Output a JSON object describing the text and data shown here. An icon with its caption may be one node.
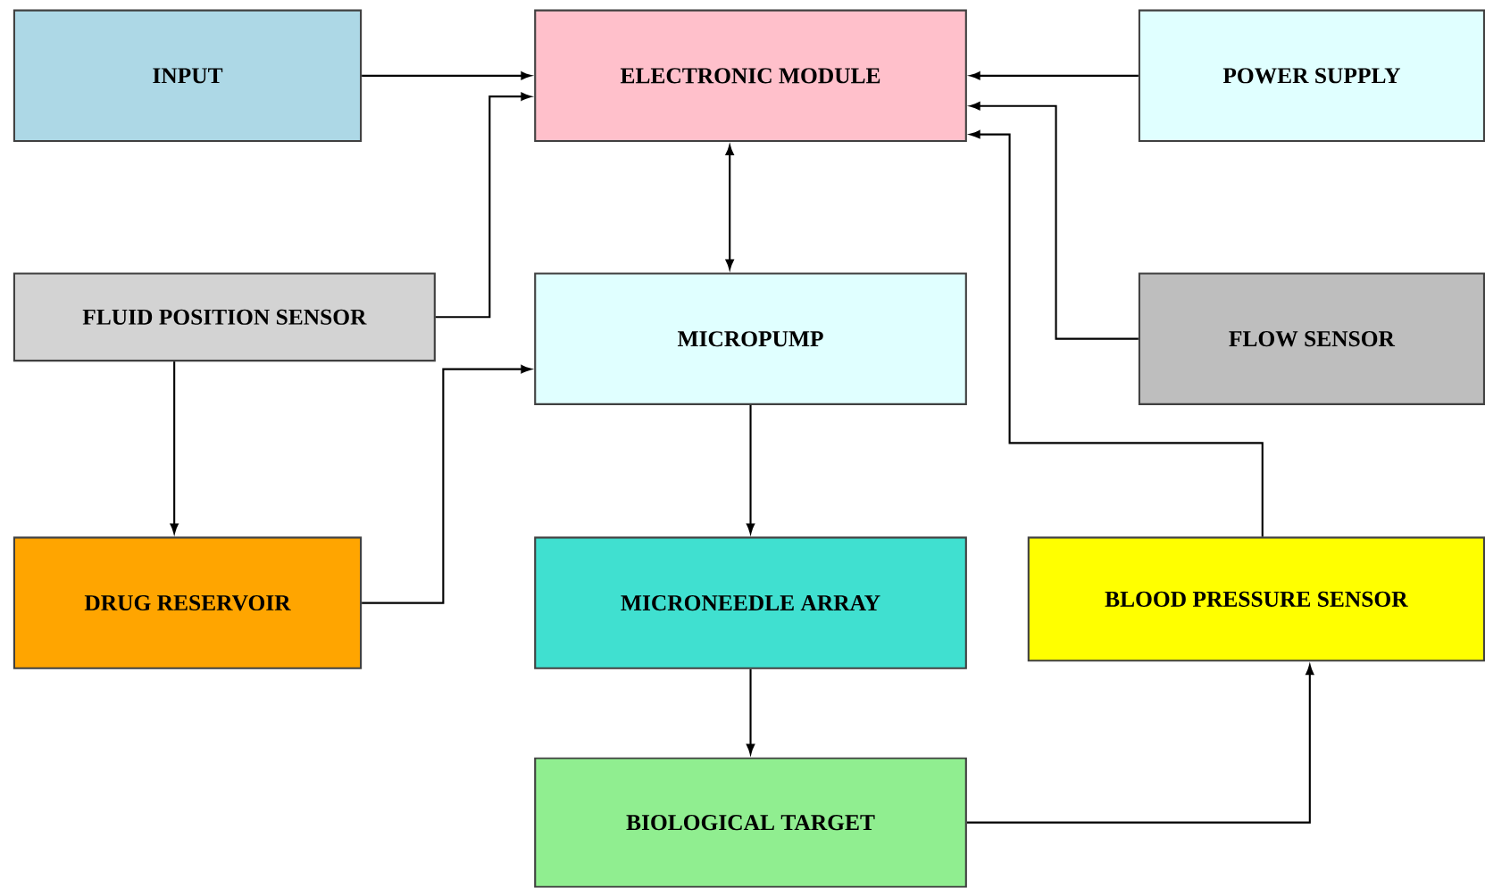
{
  "diagram": {
    "nodes": [
      {
        "text": [
          "INPUT"
        ]
      },
      {
        "text": [
          "ELECTRONIC MODULE"
        ]
      },
      {
        "text": [
          "POWER SUPPLY"
        ]
      },
      {
        "text": [
          "FLUID POSITION SENSOR"
        ]
      },
      {
        "text": [
          "MICROPUMP"
        ]
      },
      {
        "text": [
          "FLOW SENSOR"
        ]
      },
      {
        "text": [
          "DRUG RESERVOIR"
        ]
      },
      {
        "text": [
          "MICRONEEDLE ARRAY"
        ]
      },
      {
        "text": [
          "BLOOD PRESSURE SENSOR"
        ]
      },
      {
        "text": [
          "BIOLOGICAL TARGET"
        ]
      }
    ],
    "edges": [
      {
        "from": 0,
        "to": 1,
        "arrow": "to"
      },
      {
        "from": 3,
        "to": 1,
        "arrow": "to"
      },
      {
        "from": 2,
        "to": 1,
        "arrow": "to"
      },
      {
        "from": 5,
        "to": 1,
        "arrow": "to"
      },
      {
        "from": 8,
        "to": 1,
        "arrow": "to"
      },
      {
        "from": 1,
        "to": 4,
        "arrow": "both"
      },
      {
        "from": 3,
        "to": 6,
        "arrow": "to"
      },
      {
        "from": 6,
        "to": 4,
        "arrow": "to"
      },
      {
        "from": 4,
        "to": 7,
        "arrow": "to"
      },
      {
        "from": 7,
        "to": 9,
        "arrow": "to"
      },
      {
        "from": 9,
        "to": 8,
        "arrow": "to"
      }
    ]
  }
}
